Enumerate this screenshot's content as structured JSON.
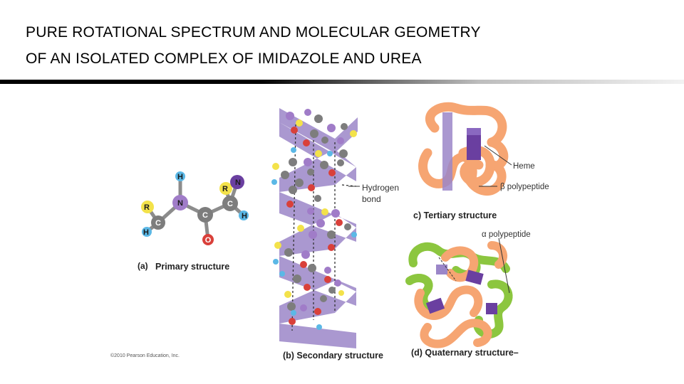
{
  "title": {
    "line1": "PURE ROTATIONAL SPECTRUM AND MOLECULAR GEOMETRY",
    "line2": "OF AN ISOLATED COMPLEX OF IMIDAZOLE AND UREA"
  },
  "figure": {
    "primary": {
      "caption_letter": "(a)",
      "caption": "Primary structure",
      "atoms": [
        "H",
        "R",
        "N",
        "C",
        "H",
        "C",
        "O",
        "R",
        "N",
        "C",
        "H"
      ]
    },
    "secondary": {
      "caption": "(b) Secondary structure",
      "callout": [
        "Hydrogen",
        "bond"
      ]
    },
    "tertiary": {
      "caption": "c) Tertiary structure",
      "heme": "Heme",
      "beta": "β polypeptide"
    },
    "quaternary": {
      "alpha": "α polypeptide",
      "caption": "(d) Quaternary structure–"
    },
    "copyright": "©2010 Pearson Education, Inc."
  },
  "colors": {
    "helix": "#9b86c8",
    "tertiary": "#f6a572",
    "green": "#8cc63f",
    "purple": "#6a3fa0",
    "oxygen": "#d9403a",
    "hydrogen": "#5bb8e6",
    "rgroup": "#f3e24a"
  }
}
